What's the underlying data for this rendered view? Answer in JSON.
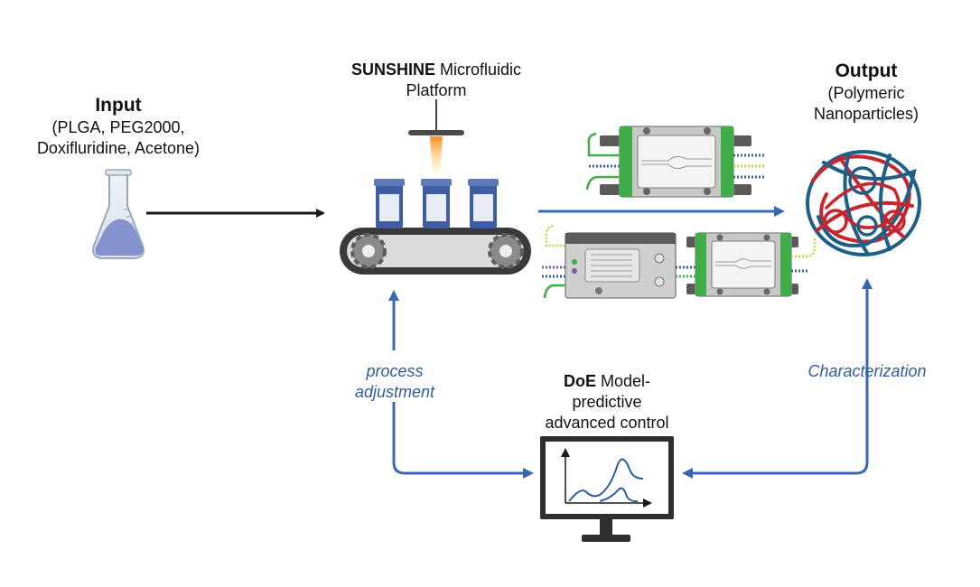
{
  "input": {
    "title": "Input",
    "line1": "(PLGA, PEG2000,",
    "line2": "Doxifluridine, Acetone)"
  },
  "platform": {
    "bold": "SUNSHINE",
    "rest": " Microfluidic",
    "line2": "Platform"
  },
  "output": {
    "title": "Output",
    "line1": "(Polymeric",
    "line2": "Nanoparticles)"
  },
  "doe": {
    "bold": "DoE",
    "rest": " Model-",
    "line2": "predictive",
    "line3": "advanced control"
  },
  "arrows": {
    "process_line1": "process",
    "process_line2": "adjustment",
    "characterization": "Characterization"
  },
  "colors": {
    "arrow_black": "#1a1a1a",
    "arrow_blue": "#3a68b0",
    "label_blue": "#2e5d9e",
    "vial_blue": "#3e5da3",
    "chip_green": "#3fae49",
    "strand_red": "#c7262e",
    "strand_blue": "#1e5f86"
  }
}
